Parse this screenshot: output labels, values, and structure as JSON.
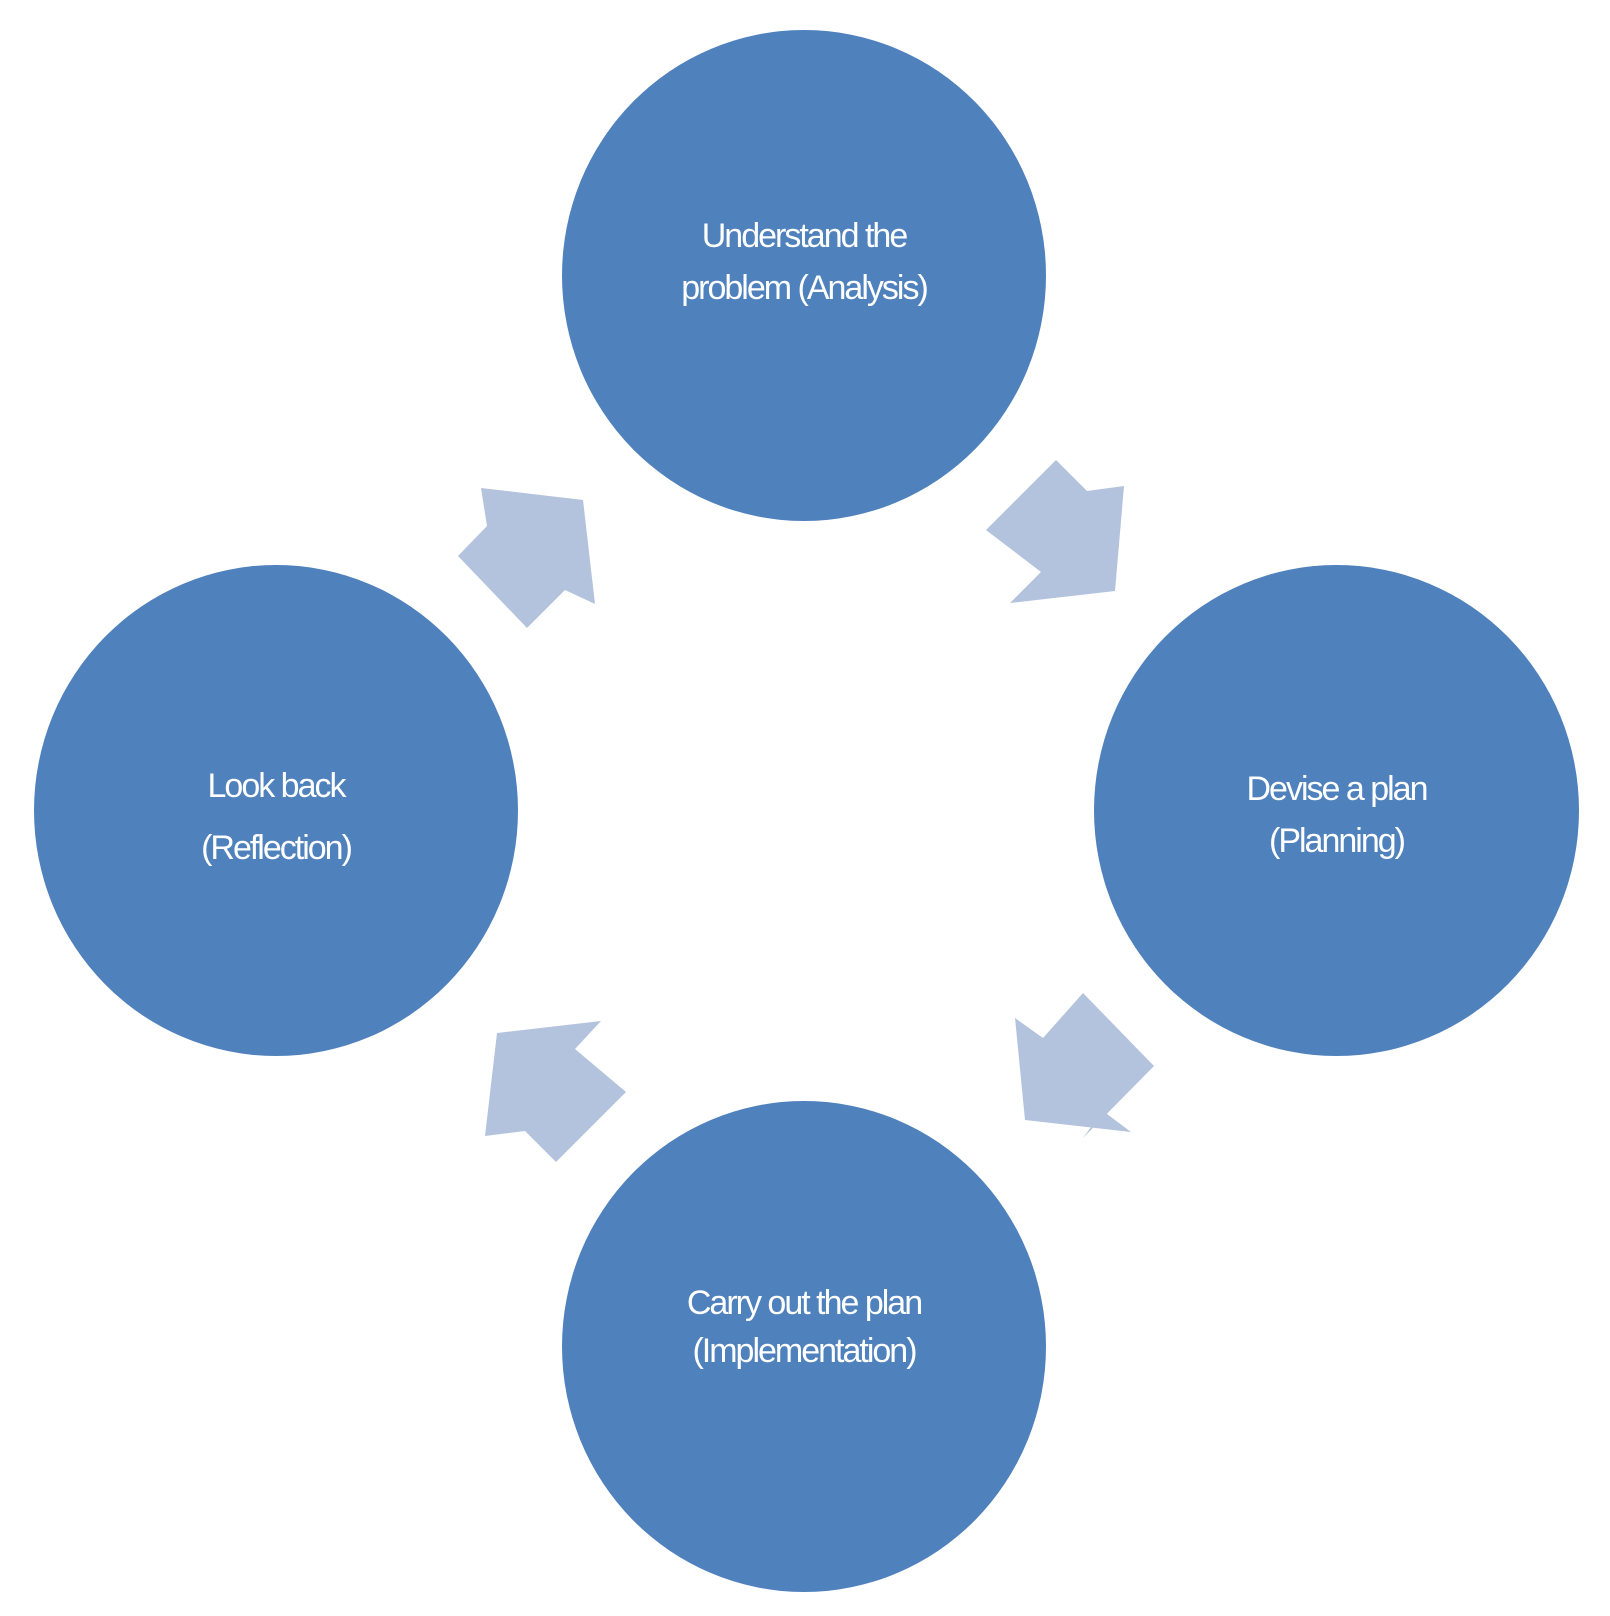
{
  "colors": {
    "node_fill": "#4f81bd",
    "arrow_fill": "#b3c3dd",
    "text": "#ffffff",
    "background": "#ffffff"
  },
  "nodes": {
    "understand": {
      "line1": "Understand the",
      "line2": "problem (Analysis)"
    },
    "plan": {
      "line1": "Devise a plan",
      "line2": "(Planning)"
    },
    "carry": {
      "line1": "Carry out the plan",
      "line2": "(Implementation)"
    },
    "lookback": {
      "line1": "Look back",
      "line2": "(Reflection)"
    }
  },
  "arrows": [
    {
      "from": "understand",
      "to": "plan",
      "direction": "down-right"
    },
    {
      "from": "plan",
      "to": "carry",
      "direction": "down-left"
    },
    {
      "from": "carry",
      "to": "lookback",
      "direction": "up-left"
    },
    {
      "from": "lookback",
      "to": "understand",
      "direction": "up-right"
    }
  ]
}
